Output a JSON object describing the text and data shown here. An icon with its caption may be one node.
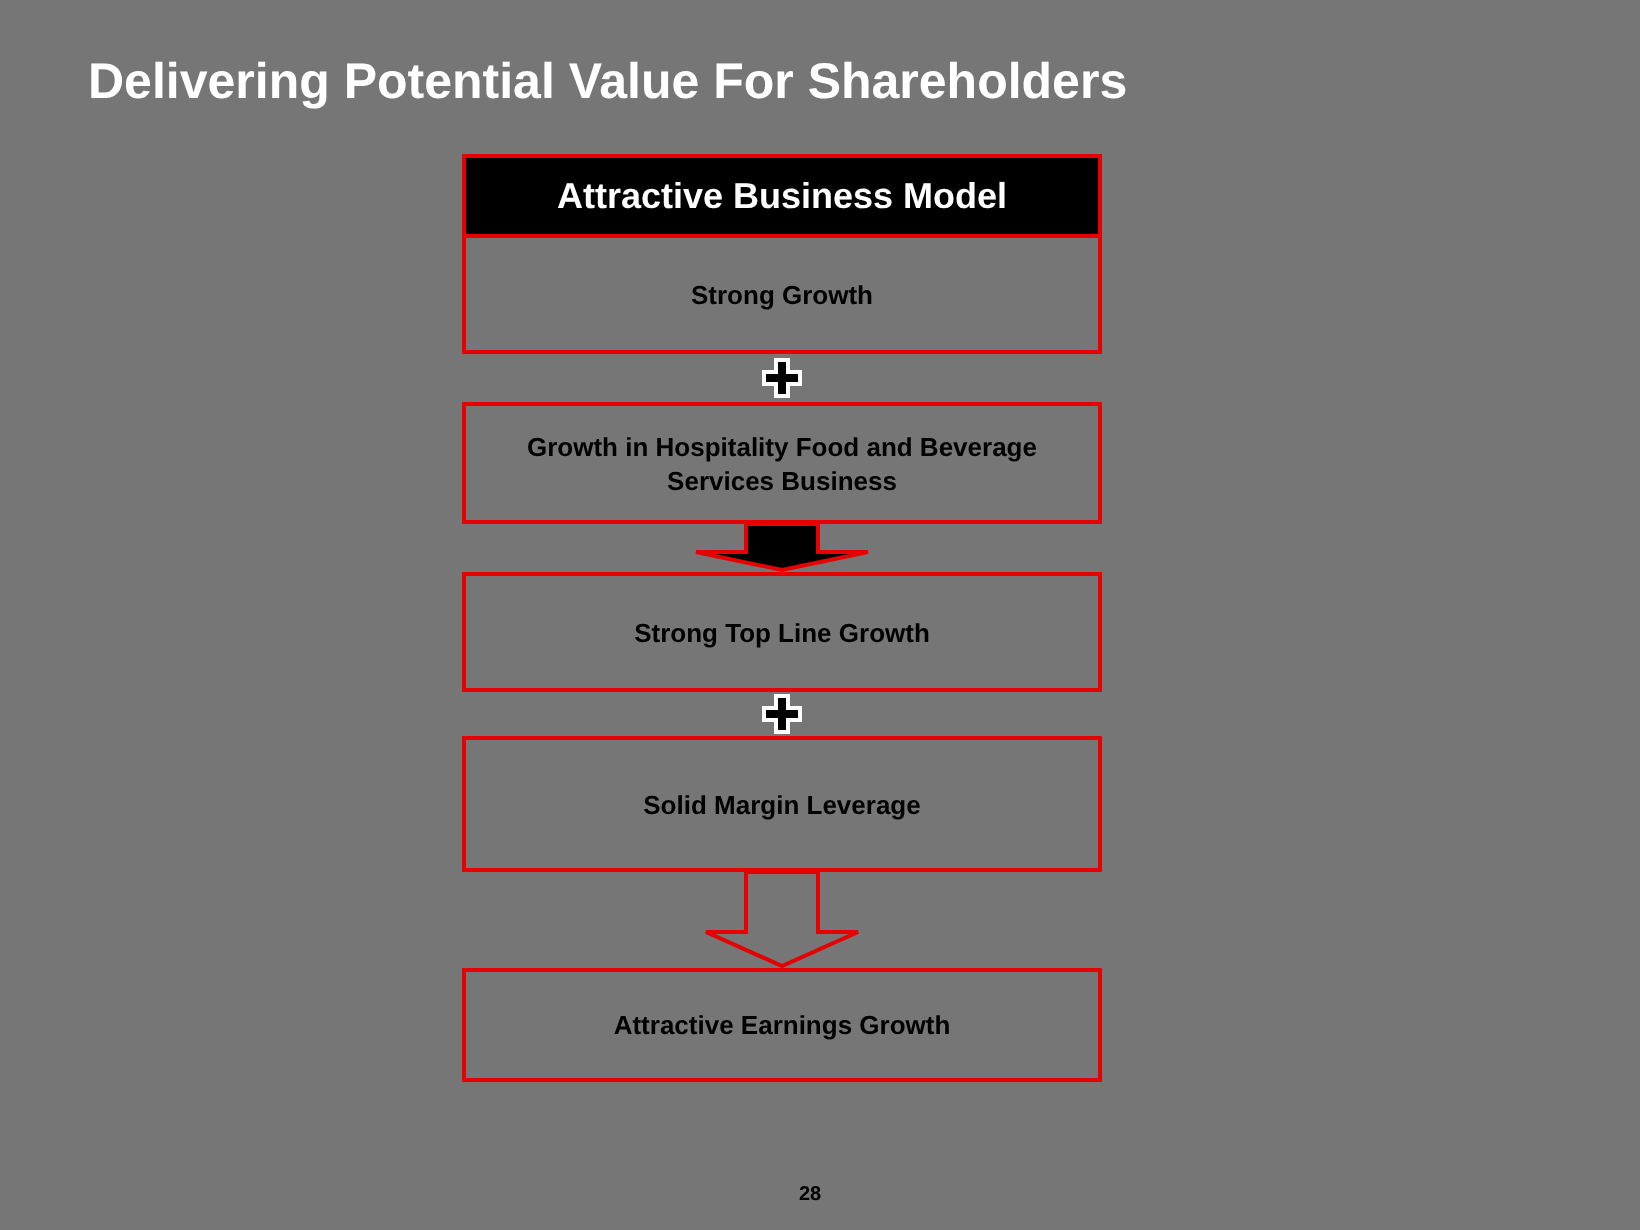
{
  "diagram": {
    "title": "Delivering Potential Value For Shareholders",
    "nodes": [
      {
        "text": [
          "Attractive Business Model",
          "Strong Growth"
        ]
      },
      {
        "text": [
          "Growth in Hospitality Food and Beverage Services Business"
        ]
      },
      {
        "text": [
          "Strong Top Line Growth"
        ]
      },
      {
        "text": [
          "Solid Margin Leverage"
        ]
      },
      {
        "text": [
          "Attractive Earnings Growth"
        ]
      }
    ],
    "edges": [
      {
        "from": 1,
        "to": 2,
        "arrow": "to",
        "color": "#000000"
      },
      {
        "from": 3,
        "to": 4,
        "arrow": "to"
      }
    ],
    "labels": [
      "28"
    ]
  }
}
